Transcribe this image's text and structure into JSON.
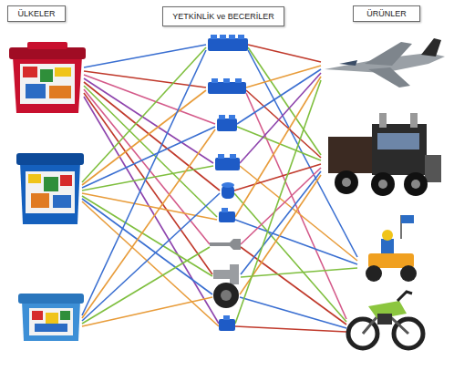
{
  "diagram": {
    "nodes": [
      {
        "text": [
          "ÜLKELER"
        ]
      },
      {
        "text": [
          "YETKİNLİK ve BECERİLER"
        ]
      },
      {
        "text": [
          "ÜRÜNLER"
        ]
      }
    ]
  }
}
